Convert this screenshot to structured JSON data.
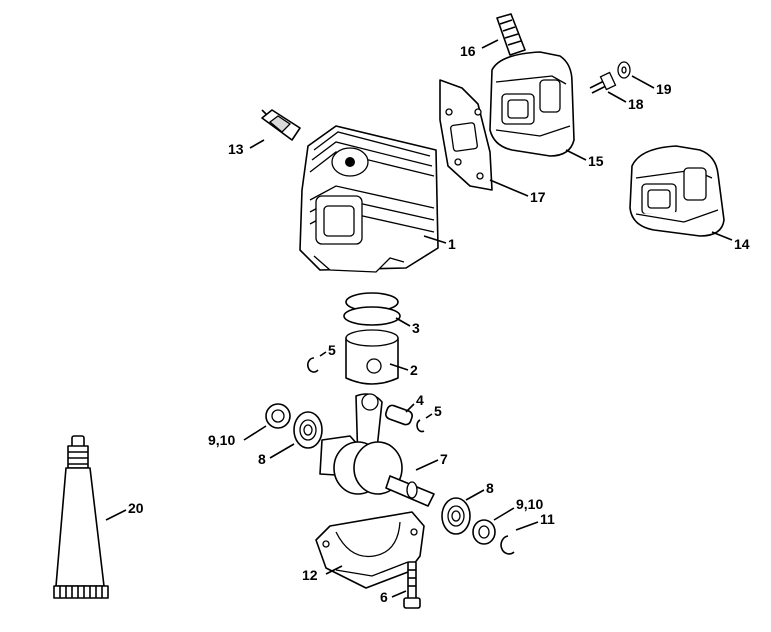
{
  "labels": {
    "p1": "1",
    "p2": "2",
    "p3": "3",
    "p4": "4",
    "p5a": "5",
    "p5b": "5",
    "p6": "6",
    "p7": "7",
    "p8a": "8",
    "p8b": "8",
    "p910a": "9,10",
    "p910b": "9,10",
    "p11": "11",
    "p12": "12",
    "p13": "13",
    "p14": "14",
    "p15": "15",
    "p16": "16",
    "p17": "17",
    "p18": "18",
    "p19": "19",
    "p20": "20"
  }
}
